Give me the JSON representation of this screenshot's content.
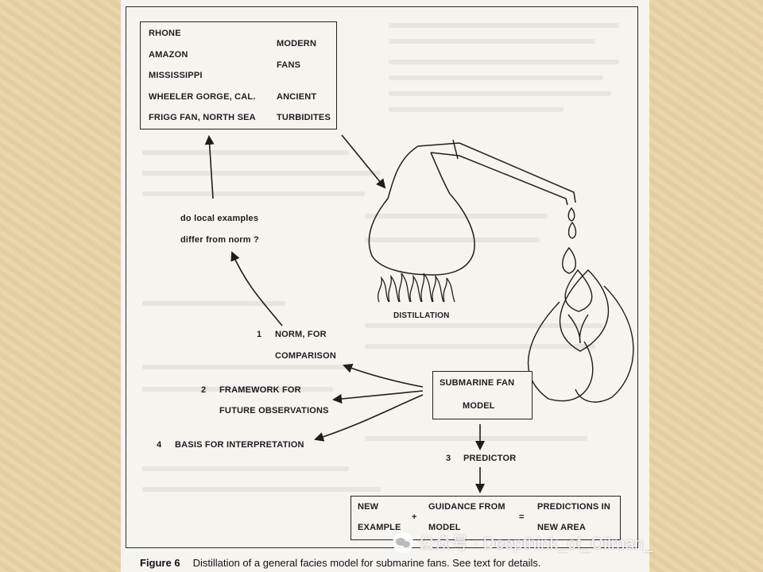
{
  "top_box": {
    "examples": [
      "RHONE",
      "AMAZON",
      "MISSISSIPPI",
      "WHEELER GORGE, CAL.",
      "FRIGG FAN, NORTH SEA"
    ],
    "group_modern": [
      "MODERN",
      "FANS"
    ],
    "group_ancient": [
      "ANCIENT",
      "TURBIDITES"
    ]
  },
  "question": [
    "do local examples",
    "differ from norm ?"
  ],
  "distillation_label": "DISTILLATION",
  "model_box": [
    "SUBMARINE FAN",
    "MODEL"
  ],
  "uses": {
    "norm": {
      "num": "1",
      "lines": [
        "NORM, FOR",
        "COMPARISON"
      ]
    },
    "framework": {
      "num": "2",
      "lines": [
        "FRAMEWORK FOR",
        "FUTURE OBSERVATIONS"
      ]
    },
    "predictor": {
      "num": "3",
      "text": "PREDICTOR"
    },
    "basis": {
      "num": "4",
      "text": "BASIS FOR INTERPRETATION"
    }
  },
  "bottom_box": {
    "new_example": [
      "NEW",
      "EXAMPLE"
    ],
    "plus": "+",
    "guidance": [
      "GUIDANCE FROM",
      "MODEL"
    ],
    "equals": "=",
    "predictions": [
      "PREDICTIONS IN",
      "NEW AREA"
    ]
  },
  "caption": {
    "figure": "Figure 6",
    "text": "Distillation of a general facies model for submarine fans. See text for details."
  },
  "watermark": "公众号 · Deepthink_of_Oilman_"
}
